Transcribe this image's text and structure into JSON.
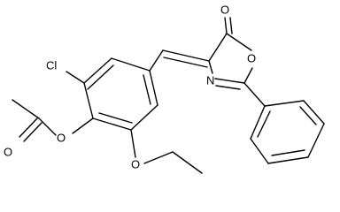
{
  "molecule": {
    "atoms": {
      "cl": "Cl",
      "o_ester": "O",
      "o_carbonyl_acetyl": "O",
      "o_ether": "O",
      "o_lactone_carbonyl": "O",
      "o_ring": "O",
      "n_ring": "N"
    }
  }
}
